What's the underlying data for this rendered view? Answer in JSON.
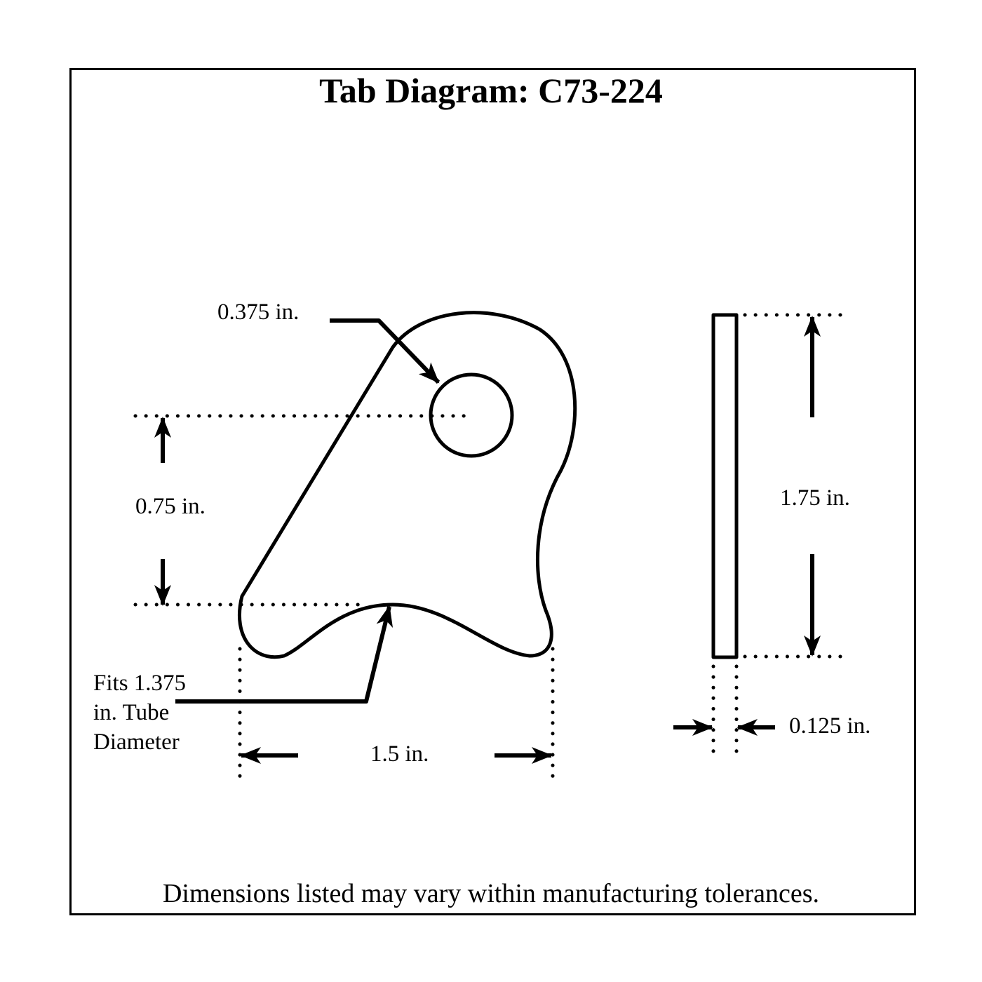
{
  "title": "Tab Diagram: C73-224",
  "labels": {
    "hole_diameter": "0.375 in.",
    "hole_height": "0.75 in.",
    "tube_fit_line1": "Fits 1.375",
    "tube_fit_line2": "in. Tube",
    "tube_fit_line3": "Diameter",
    "width": "1.5 in.",
    "height": "1.75 in.",
    "thickness": "0.125 in."
  },
  "footer": "Dimensions listed may vary within manufacturing tolerances."
}
